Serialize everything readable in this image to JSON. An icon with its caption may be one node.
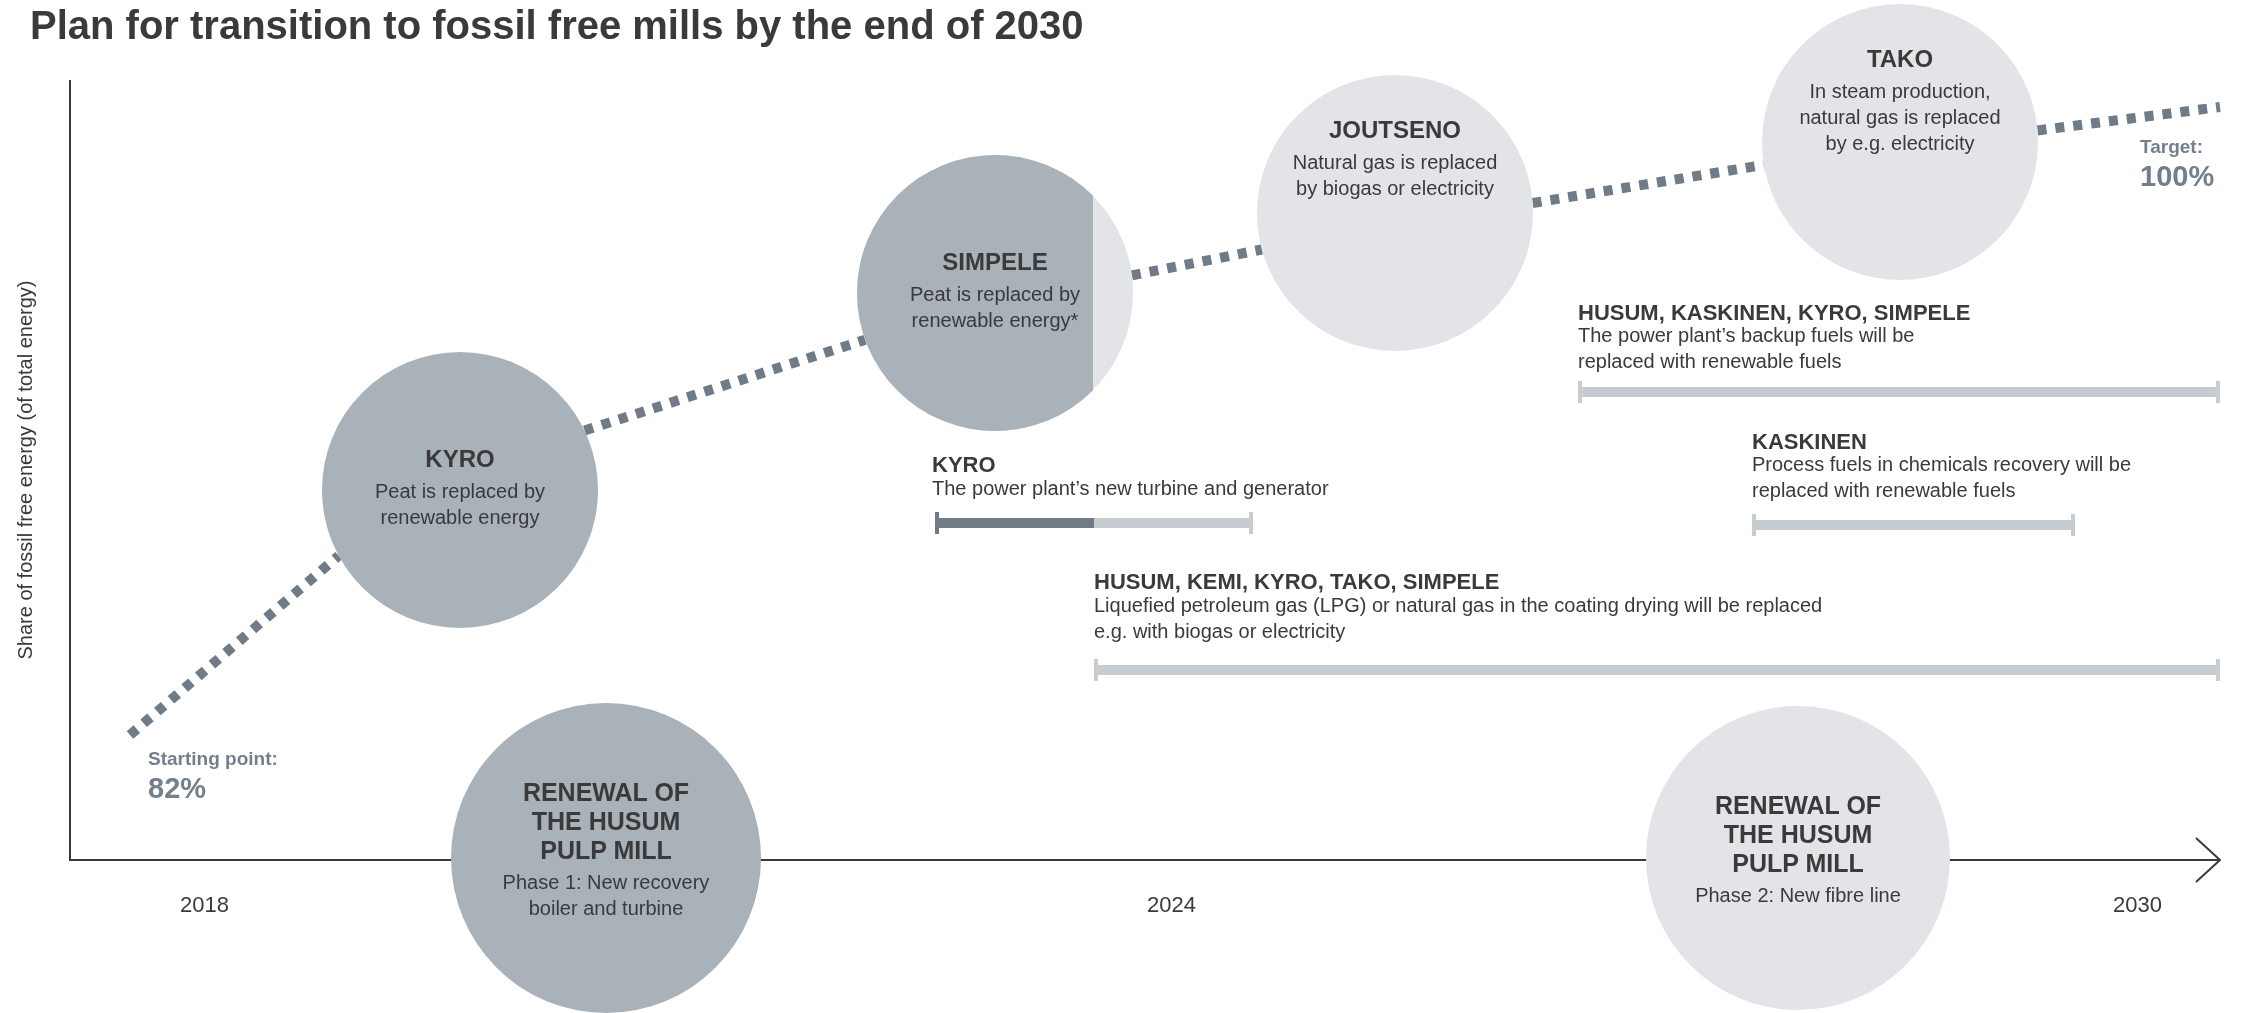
{
  "diagram": {
    "title": "Plan for transition to fossil free mills by the end of 2030",
    "nodes": [
      {
        "text": [
          "KYRO",
          "Peat is replaced by renewable energy"
        ]
      },
      {
        "text": [
          "SIMPELE",
          "Peat is replaced by renewable energy*"
        ]
      },
      {
        "text": [
          "JOUTSENO",
          "Natural gas is replaced by biogas or electricity"
        ]
      },
      {
        "text": [
          "TAKO",
          "In steam production, natural gas is replaced by e.g. electricity"
        ]
      },
      {
        "text": [
          "RENEWAL OF THE HUSUM PULP MILL",
          "Phase 1: New recovery boiler and turbine"
        ]
      },
      {
        "text": [
          "RENEWAL OF THE HUSUM PULP MILL",
          "Phase 2: New fibre line"
        ]
      }
    ],
    "edges": [
      {
        "from": null,
        "to": 0,
        "arrow": "none",
        "style": "dashed"
      },
      {
        "from": 0,
        "to": 1,
        "arrow": "none",
        "style": "dashed"
      },
      {
        "from": 1,
        "to": 2,
        "arrow": "none",
        "style": "dashed"
      },
      {
        "from": 2,
        "to": 3,
        "arrow": "none",
        "style": "dashed"
      },
      {
        "from": 3,
        "to": null,
        "arrow": "none",
        "style": "dashed"
      }
    ],
    "labels": [
      "Share of fossil free energy (of total energy)",
      "Target:",
      "100%",
      "HUSUM, KASKINEN, KYRO, SIMPELE",
      "The power plant’s backup fuels will be replaced with renewable fuels",
      "KASKINEN",
      "Process fuels in chemicals recovery will be replaced with renewable fuels",
      "KYRO",
      "The power plant’s new turbine and generator",
      "HUSUM, KEMI, KYRO, TAKO, SIMPELE",
      "Liquefied petroleum gas (LPG) or natural gas in the coating drying will be replaced e.g. with biogas or electricity",
      "Starting point:",
      "82%",
      "2018",
      "2024",
      "2030"
    ]
  }
}
